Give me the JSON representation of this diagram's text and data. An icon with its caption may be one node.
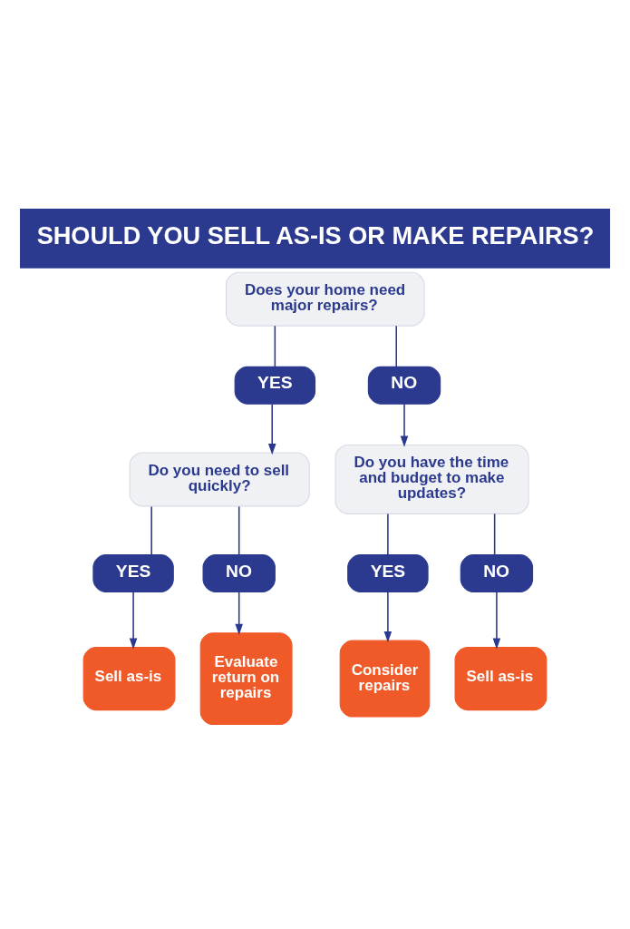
{
  "diagram": {
    "title": "SHOULD YOU SELL AS-IS OR MAKE REPAIRS?",
    "nodes": [
      {
        "text": [
          "Does your home need major repairs?"
        ]
      },
      {
        "text": [
          "YES"
        ]
      },
      {
        "text": [
          "NO"
        ]
      },
      {
        "text": [
          "Do you need to sell quickly?"
        ]
      },
      {
        "text": [
          "Do you have the time and budget to make updates?"
        ]
      },
      {
        "text": [
          "YES"
        ]
      },
      {
        "text": [
          "NO"
        ]
      },
      {
        "text": [
          "YES"
        ]
      },
      {
        "text": [
          "NO"
        ]
      },
      {
        "text": [
          "Sell as-is"
        ]
      },
      {
        "text": [
          "Evaluate return on repairs"
        ]
      },
      {
        "text": [
          "Consider repairs"
        ]
      },
      {
        "text": [
          "Sell as-is"
        ]
      }
    ],
    "edges": [
      {
        "from": 0,
        "to": 1,
        "arrow": "none"
      },
      {
        "from": 0,
        "to": 2,
        "arrow": "none"
      },
      {
        "from": 1,
        "to": 3,
        "arrow": "to"
      },
      {
        "from": 2,
        "to": 4,
        "arrow": "to"
      },
      {
        "from": 3,
        "to": 5,
        "arrow": "none"
      },
      {
        "from": 3,
        "to": 6,
        "arrow": "none"
      },
      {
        "from": 4,
        "to": 7,
        "arrow": "none"
      },
      {
        "from": 4,
        "to": 8,
        "arrow": "none"
      },
      {
        "from": 5,
        "to": 9,
        "arrow": "to"
      },
      {
        "from": 6,
        "to": 10,
        "arrow": "to"
      },
      {
        "from": 7,
        "to": 11,
        "arrow": "to"
      },
      {
        "from": 8,
        "to": 12,
        "arrow": "to"
      }
    ]
  }
}
